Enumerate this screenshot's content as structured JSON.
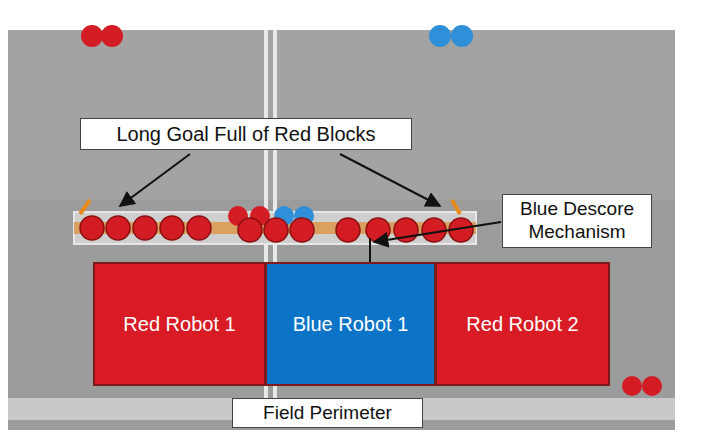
{
  "diagram": {
    "nodes": [
      {
        "text": [
          "Long Goal Full of Red Blocks"
        ]
      },
      {
        "text": [
          "Blue Descore Mechanism"
        ]
      },
      {
        "text": [
          "Red Robot 1"
        ]
      },
      {
        "text": [
          "Blue Robot 1"
        ]
      },
      {
        "text": [
          "Red Robot 2"
        ]
      },
      {
        "text": [
          "Field Perimeter"
        ]
      }
    ],
    "edges": []
  }
}
